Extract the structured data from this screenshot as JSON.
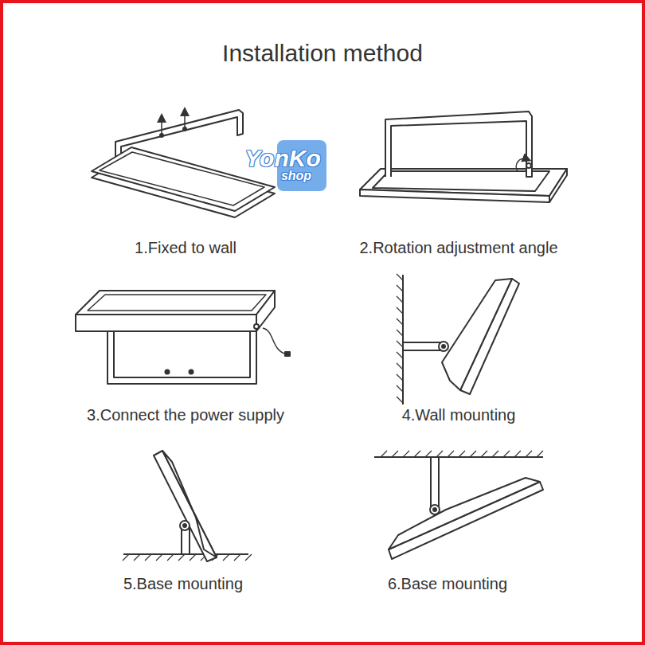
{
  "diagram": {
    "title": "Installation method",
    "labels": [
      "1.Fixed to wall",
      "2.Rotation adjustment angle",
      "3.Connect the power supply",
      "4.Wall mounting",
      "5.Base mounting",
      "6.Base mounting",
      "YonKo",
      "shop"
    ]
  }
}
